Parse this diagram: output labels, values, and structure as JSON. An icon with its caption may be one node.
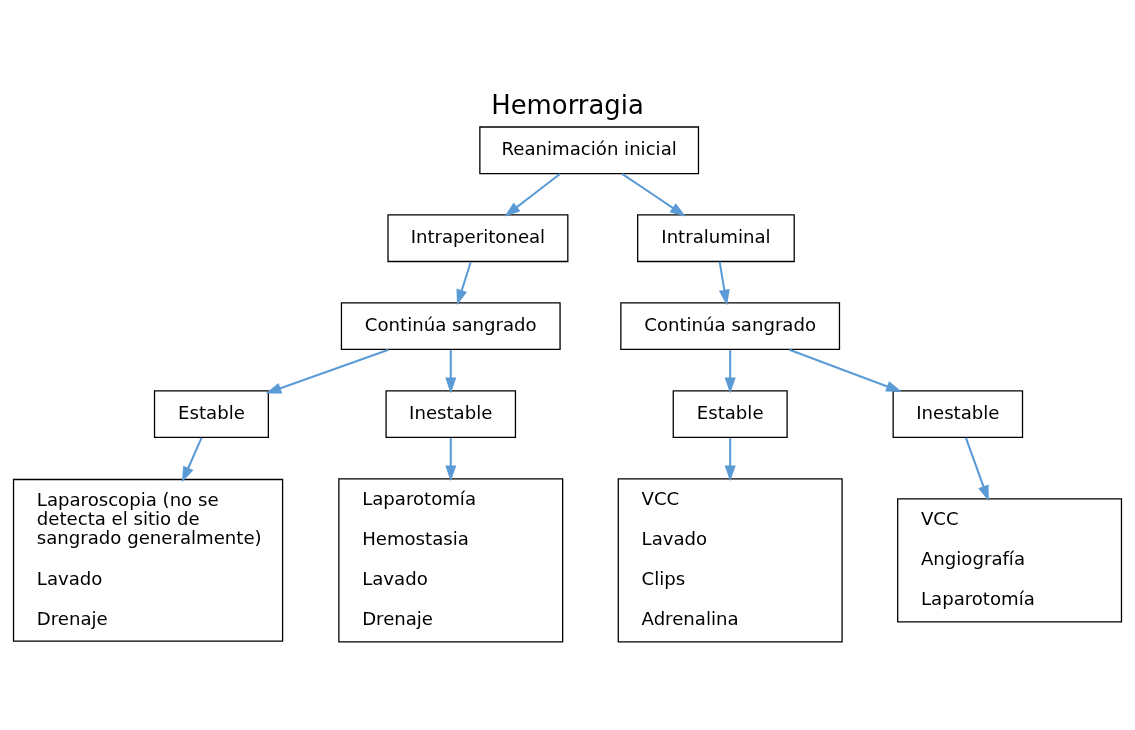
{
  "diagram": {
    "title": "Hemorragia",
    "nodes": [
      {
        "text": [
          "Reanimación inicial"
        ]
      },
      {
        "text": [
          "Intraperitoneal"
        ]
      },
      {
        "text": [
          "Intraluminal"
        ]
      },
      {
        "text": [
          "Continúa sangrado"
        ]
      },
      {
        "text": [
          "Continúa sangrado"
        ]
      },
      {
        "text": [
          "Estable"
        ]
      },
      {
        "text": [
          "Inestable"
        ]
      },
      {
        "text": [
          "Estable"
        ]
      },
      {
        "text": [
          "Inestable"
        ]
      },
      {
        "text": [
          "Laparoscopia (no se detecta el sitio de sangrado generalmente)",
          "Lavado",
          "Drenaje"
        ]
      },
      {
        "text": [
          "Laparotomía",
          "Hemostasia",
          "Lavado",
          "Drenaje"
        ]
      },
      {
        "text": [
          "VCC",
          "Lavado",
          "Clips",
          "Adrenalina"
        ]
      },
      {
        "text": [
          "VCC",
          "Angiografía",
          "Laparotomía"
        ]
      }
    ],
    "edges": [
      {
        "from": 0,
        "to": 1,
        "arrow": "to"
      },
      {
        "from": 0,
        "to": 2,
        "arrow": "to"
      },
      {
        "from": 1,
        "to": 3,
        "arrow": "to"
      },
      {
        "from": 2,
        "to": 4,
        "arrow": "to"
      },
      {
        "from": 3,
        "to": 5,
        "arrow": "to"
      },
      {
        "from": 3,
        "to": 6,
        "arrow": "to"
      },
      {
        "from": 4,
        "to": 7,
        "arrow": "to"
      },
      {
        "from": 4,
        "to": 8,
        "arrow": "to"
      },
      {
        "from": 5,
        "to": 9,
        "arrow": "to"
      },
      {
        "from": 6,
        "to": 10,
        "arrow": "to"
      },
      {
        "from": 7,
        "to": 11,
        "arrow": "to"
      },
      {
        "from": 8,
        "to": 12,
        "arrow": "to"
      }
    ]
  }
}
